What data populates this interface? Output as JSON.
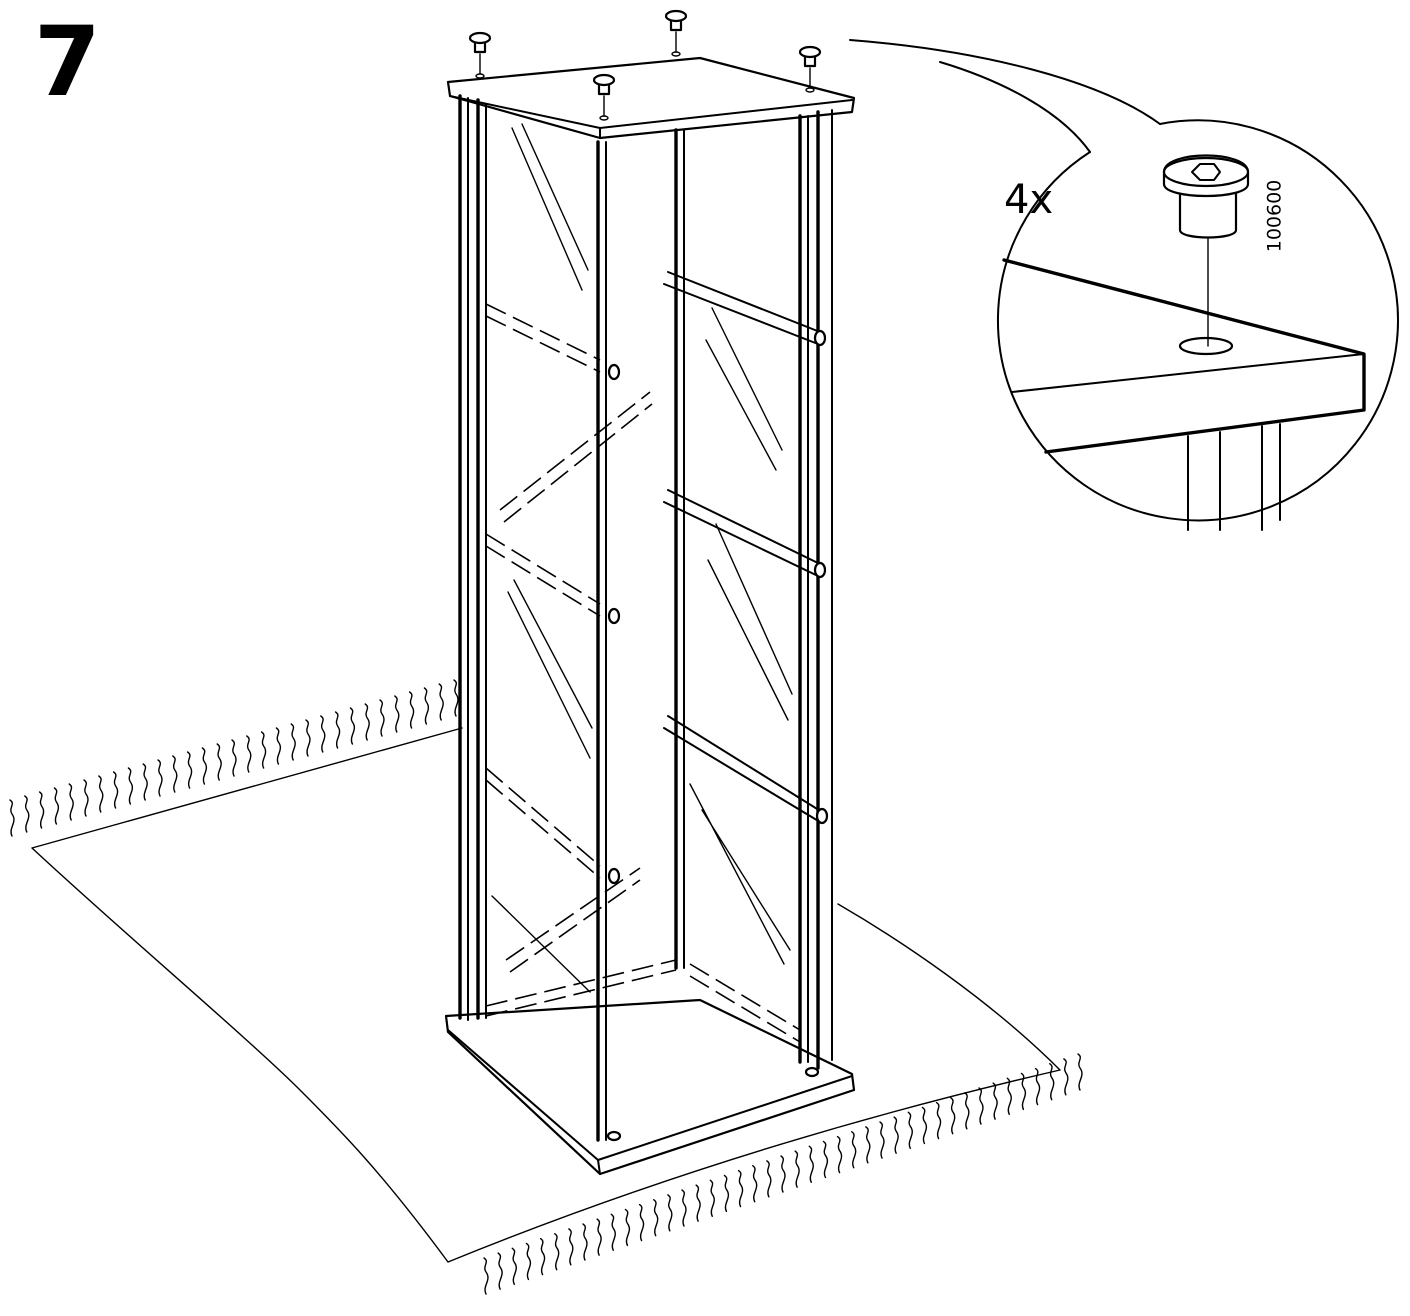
{
  "step": {
    "number": "7"
  },
  "detail": {
    "quantity": "4x",
    "part_number": "100600"
  },
  "icons": {
    "screw": "hex-socket-screw-icon",
    "cabinet": "glass-display-cabinet",
    "rug": "floor-rug"
  }
}
